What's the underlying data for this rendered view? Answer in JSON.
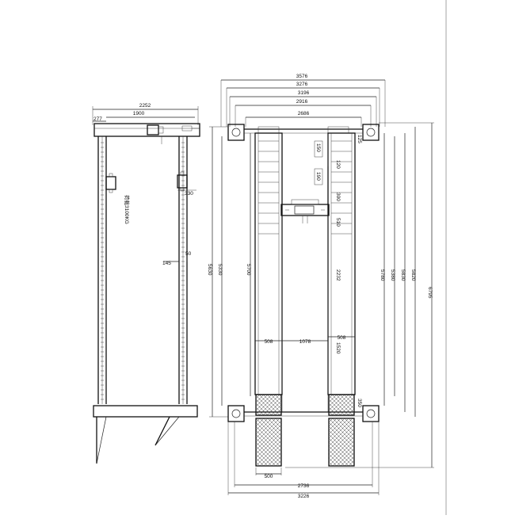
{
  "side_view": {
    "dims": {
      "total_width": "2252",
      "inner_width": "1900",
      "offset": "277",
      "post_offset": "330",
      "small_a": "145",
      "small_b": "50"
    },
    "capacity_label": "荷载3100KG"
  },
  "top_view": {
    "top_dims": [
      "3576",
      "3276",
      "3196",
      "2916",
      "2686"
    ],
    "bottom_dims": [
      "2736",
      "3226"
    ],
    "plate_width": "500",
    "runway_width_left": "508",
    "runway_width_right": "508",
    "runway_gap": "1078",
    "left_dims": [
      "5630",
      "5330",
      "5700"
    ],
    "center_dims": [
      "150",
      "190",
      "120",
      "300",
      "510",
      "2232",
      "1520",
      "350",
      "125"
    ],
    "right_dims": [
      "5780",
      "5380",
      "5830",
      "5820",
      "6795"
    ]
  }
}
